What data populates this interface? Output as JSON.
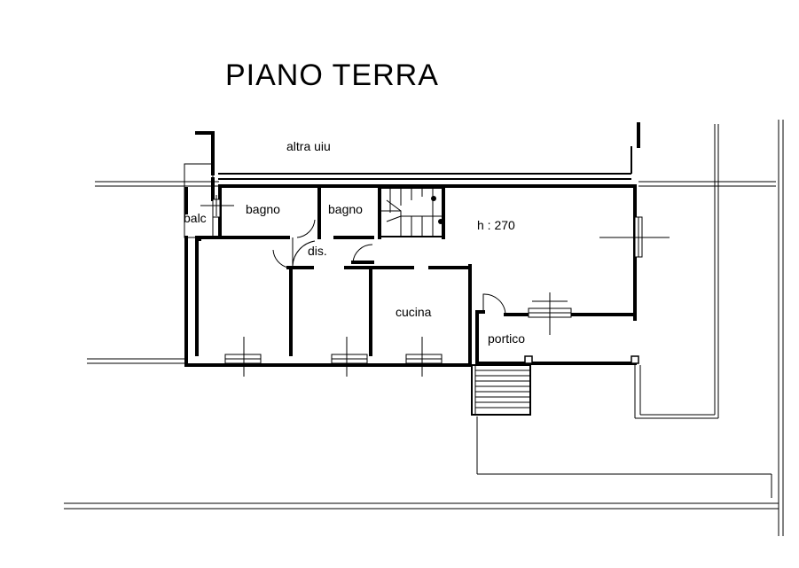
{
  "title": "PIANO TERRA",
  "labels": {
    "altra_uiu": "altra uiu",
    "bagno_1": "bagno",
    "bagno_2": "bagno",
    "height": "h : 270",
    "balc": "balc",
    "dis": "dis.",
    "cucina": "cucina",
    "portico": "portico"
  }
}
